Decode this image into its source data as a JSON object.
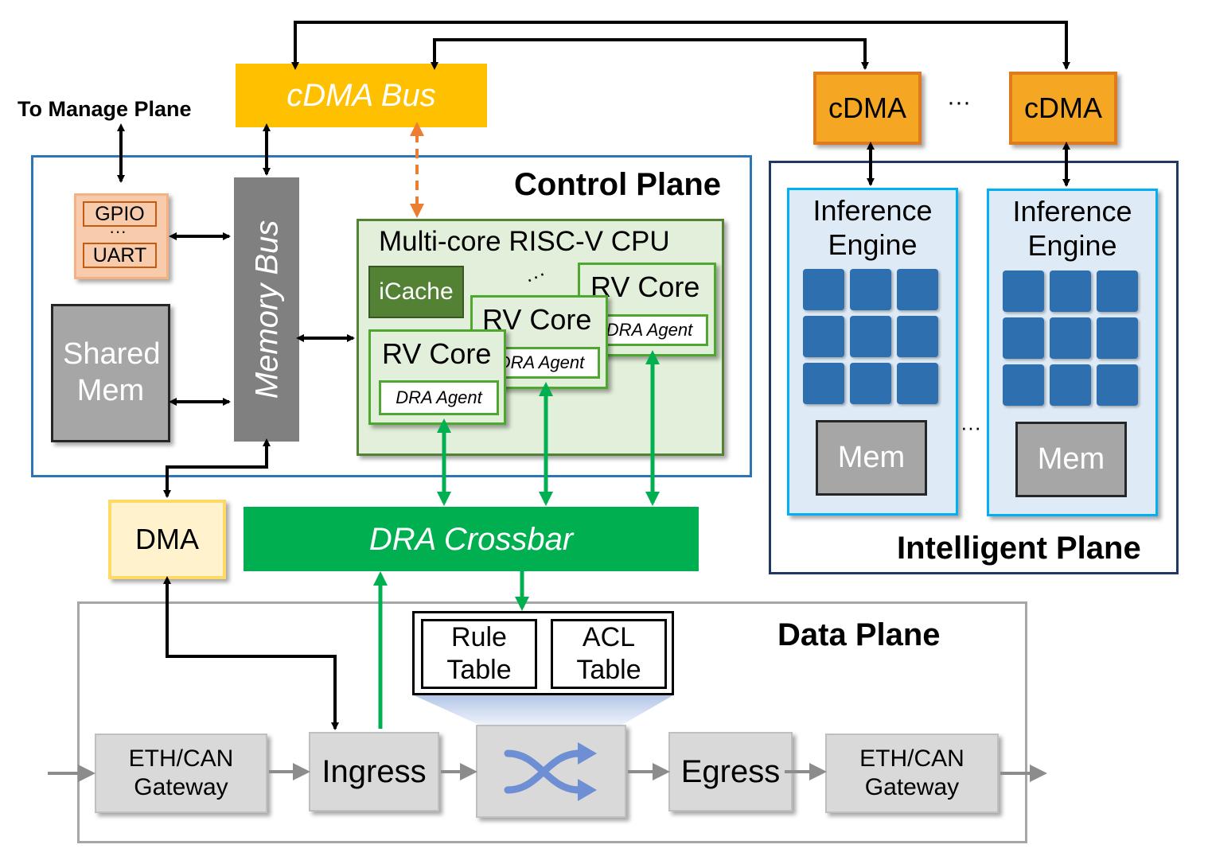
{
  "top": {
    "cdma_bus": "cDMA Bus",
    "to_manage_plane": "To Manage Plane",
    "cdma_1": "cDMA",
    "cdma_2": "cDMA",
    "cdma_ellipsis": "···"
  },
  "control_plane": {
    "title": "Control Plane",
    "gpio": "GPIO",
    "io_ellipsis": "···",
    "uart": "UART",
    "shared_mem": "Shared Mem",
    "memory_bus": "Memory Bus",
    "cpu_title": "Multi-core RISC-V CPU",
    "icache": "iCache",
    "core_ellipsis": "···",
    "cores": [
      {
        "label": "RV Core",
        "agent": "DRA Agent"
      },
      {
        "label": "RV Core",
        "agent": "DRA Agent"
      },
      {
        "label": "RV Core",
        "agent": "DRA Agent"
      }
    ]
  },
  "intelligent_plane": {
    "title": "Intelligent Plane",
    "engines": [
      {
        "label": "Inference Engine",
        "mem": "Mem"
      },
      {
        "label": "Inference Engine",
        "mem": "Mem"
      }
    ],
    "engine_ellipsis": "···"
  },
  "middle": {
    "dma": "DMA",
    "dra_crossbar": "DRA Crossbar"
  },
  "data_plane": {
    "title": "Data Plane",
    "rule_table": "Rule Table",
    "acl_table": "ACL Table",
    "gateway_in": "ETH/CAN Gateway",
    "ingress": "Ingress",
    "switch": "shuffle-icon",
    "egress": "Egress",
    "gateway_out": "ETH/CAN Gateway"
  },
  "colors": {
    "cdma_bus": "#ffc000",
    "cdma": "#f5a623",
    "control_border": "#2e75b6",
    "cpu_fill": "#e2efda",
    "core_border": "#4ea72e",
    "icache": "#548235",
    "crossbar": "#00b050",
    "engine_border": "#00b0f0",
    "engine_fill": "#deebf7",
    "intelligent_border": "#1f3864",
    "grey_box": "#a6a6a6",
    "memory_bus": "#808080",
    "dma_fill": "#fff2cc",
    "gpio_fill": "#f8cbad"
  }
}
